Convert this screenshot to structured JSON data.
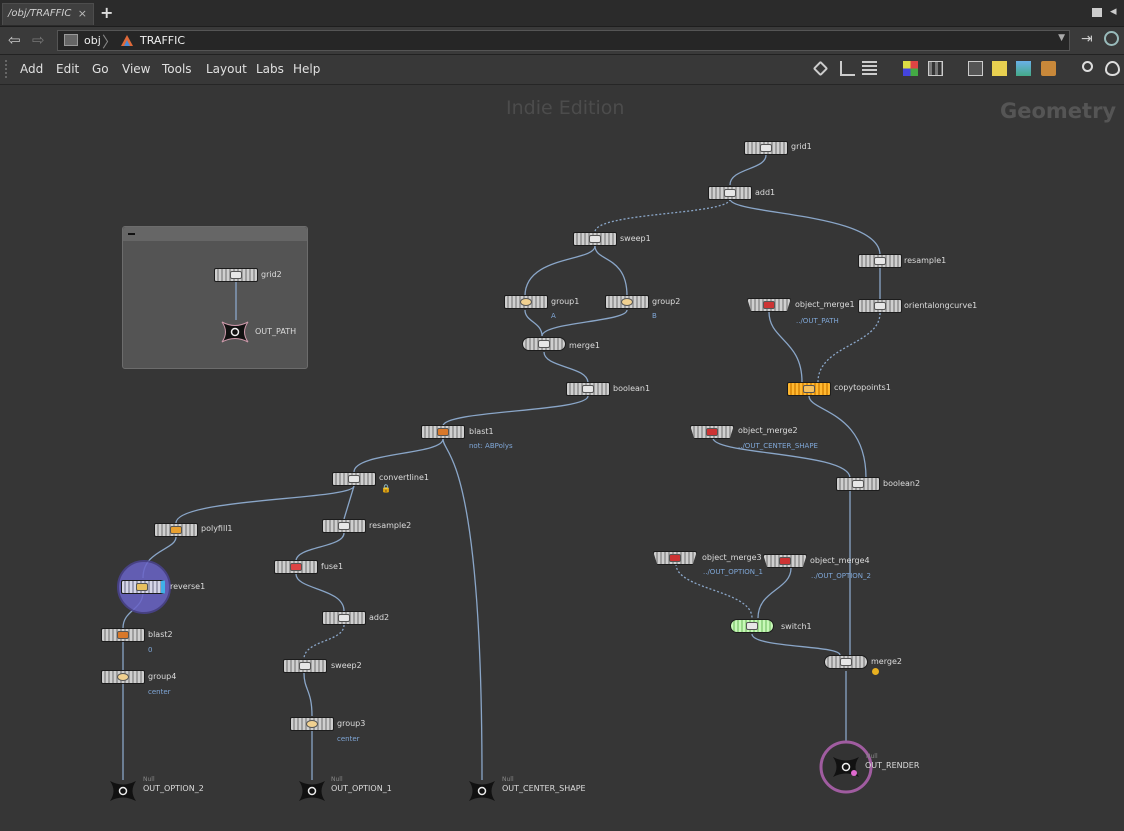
{
  "tab": {
    "label": "/obj/TRAFFIC",
    "close": "×",
    "add": "+"
  },
  "pathbar": {
    "obj": "obj",
    "network": "TRAFFIC"
  },
  "menu": [
    "Add",
    "Edit",
    "Go",
    "View",
    "Tools",
    "Layout",
    "Labs",
    "Help"
  ],
  "toolbar_icons": [
    "wrench-icon",
    "tree-icon",
    "list-icon",
    "grid-color-icon",
    "grid-icon",
    "layout-icon",
    "sticky-note-icon",
    "image-icon",
    "box-icon",
    "magnifier-icon",
    "eye-icon"
  ],
  "canvas": {
    "edition": "Indie Edition",
    "context": "Geometry"
  },
  "nodes": [
    {
      "id": "grid1",
      "label": "grid1",
      "sub": ""
    },
    {
      "id": "add1",
      "label": "add1",
      "sub": ""
    },
    {
      "id": "sweep1",
      "label": "sweep1",
      "sub": ""
    },
    {
      "id": "resample1",
      "label": "resample1",
      "sub": ""
    },
    {
      "id": "group1",
      "label": "group1",
      "sub": "A"
    },
    {
      "id": "group2",
      "label": "group2",
      "sub": "B"
    },
    {
      "id": "object_merge1",
      "label": "object_merge1",
      "sub": "../OUT_PATH"
    },
    {
      "id": "orientalongcurve1",
      "label": "orientalongcurve1",
      "sub": ""
    },
    {
      "id": "merge1",
      "label": "merge1",
      "sub": ""
    },
    {
      "id": "boolean1",
      "label": "boolean1",
      "sub": ""
    },
    {
      "id": "copytopoints1",
      "label": "copytopoints1",
      "sub": ""
    },
    {
      "id": "blast1",
      "label": "blast1",
      "sub": "not: ABPolys"
    },
    {
      "id": "object_merge2",
      "label": "object_merge2",
      "sub": "../OUT_CENTER_SHAPE"
    },
    {
      "id": "convertline1",
      "label": "convertline1",
      "sub": ""
    },
    {
      "id": "boolean2",
      "label": "boolean2",
      "sub": ""
    },
    {
      "id": "polyfill1",
      "label": "polyfill1",
      "sub": ""
    },
    {
      "id": "resample2",
      "label": "resample2",
      "sub": ""
    },
    {
      "id": "fuse1",
      "label": "fuse1",
      "sub": ""
    },
    {
      "id": "reverse1",
      "label": "reverse1",
      "sub": ""
    },
    {
      "id": "object_merge3",
      "label": "object_merge3",
      "sub": "../OUT_OPTION_1"
    },
    {
      "id": "object_merge4",
      "label": "object_merge4",
      "sub": "../OUT_OPTION_2"
    },
    {
      "id": "add2",
      "label": "add2",
      "sub": ""
    },
    {
      "id": "switch1",
      "label": "switch1",
      "sub": ""
    },
    {
      "id": "blast2",
      "label": "blast2",
      "sub": "0"
    },
    {
      "id": "merge2",
      "label": "merge2",
      "sub": ""
    },
    {
      "id": "sweep2",
      "label": "sweep2",
      "sub": ""
    },
    {
      "id": "group4",
      "label": "group4",
      "sub": "center"
    },
    {
      "id": "group3",
      "label": "group3",
      "sub": "center"
    },
    {
      "id": "grid2",
      "label": "grid2",
      "sub": ""
    }
  ],
  "nulls": [
    {
      "id": "OUT_PATH",
      "label": "OUT_PATH",
      "small": ""
    },
    {
      "id": "OUT_OPTION_2",
      "label": "OUT_OPTION_2",
      "small": "Null"
    },
    {
      "id": "OUT_OPTION_1",
      "label": "OUT_OPTION_1",
      "small": "Null"
    },
    {
      "id": "OUT_CENTER_SHAPE",
      "label": "OUT_CENTER_SHAPE",
      "small": "Null"
    },
    {
      "id": "OUT_RENDER",
      "label": "OUT_RENDER",
      "small": "Null"
    }
  ],
  "colors": {
    "copytopoints": "#f0a020",
    "switch": "#b6f0a0",
    "reverse_ring": "#7a6ad0",
    "render_ring": "#a05ca0",
    "wire": "#8aa6c8"
  }
}
